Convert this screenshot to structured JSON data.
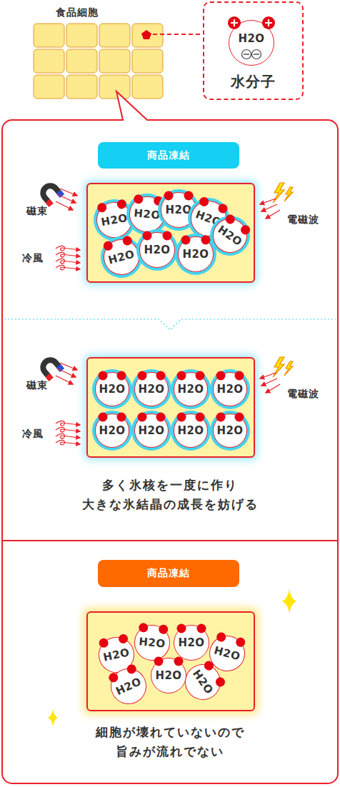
{
  "diagram": {
    "nodes": [
      {
        "text": [
          "水分子"
        ]
      },
      {
        "text": [
          "H2O"
        ],
        "in": 0
      },
      {
        "text": [
          "商品凍結"
        ]
      },
      {
        "text": [
          "H2O"
        ]
      },
      {
        "text": [
          "H2O"
        ]
      },
      {
        "text": [
          "H2O"
        ]
      },
      {
        "text": [
          "H2O"
        ]
      },
      {
        "text": [
          "H2O"
        ]
      },
      {
        "text": [
          "H2O"
        ]
      },
      {
        "text": [
          "H2O"
        ]
      },
      {
        "text": [
          "H2O"
        ]
      },
      {
        "text": [
          "H2O"
        ]
      },
      {
        "text": [
          "H2O"
        ]
      },
      {
        "text": [
          "H2O"
        ]
      },
      {
        "text": [
          "H2O"
        ]
      },
      {
        "text": [
          "H2O"
        ]
      },
      {
        "text": [
          "H2O"
        ]
      },
      {
        "text": [
          "H2O"
        ]
      },
      {
        "text": [
          "H2O"
        ]
      },
      {
        "text": [
          "商品凍結"
        ]
      },
      {
        "text": [
          "H2O"
        ]
      },
      {
        "text": [
          "H2O"
        ]
      },
      {
        "text": [
          "H2O"
        ]
      },
      {
        "text": [
          "H2O"
        ]
      },
      {
        "text": [
          "H2O"
        ]
      },
      {
        "text": [
          "H2O"
        ]
      },
      {
        "text": [
          "H2O"
        ]
      }
    ],
    "labels": [
      "食品細胞",
      "磁束",
      "冷風",
      "電磁波",
      "磁束",
      "冷風",
      "電磁波",
      "多く氷核を一度に作り 大きな氷結晶の成長を妨げる",
      "細胞が壊れていないので 旨みが流れでない"
    ]
  }
}
